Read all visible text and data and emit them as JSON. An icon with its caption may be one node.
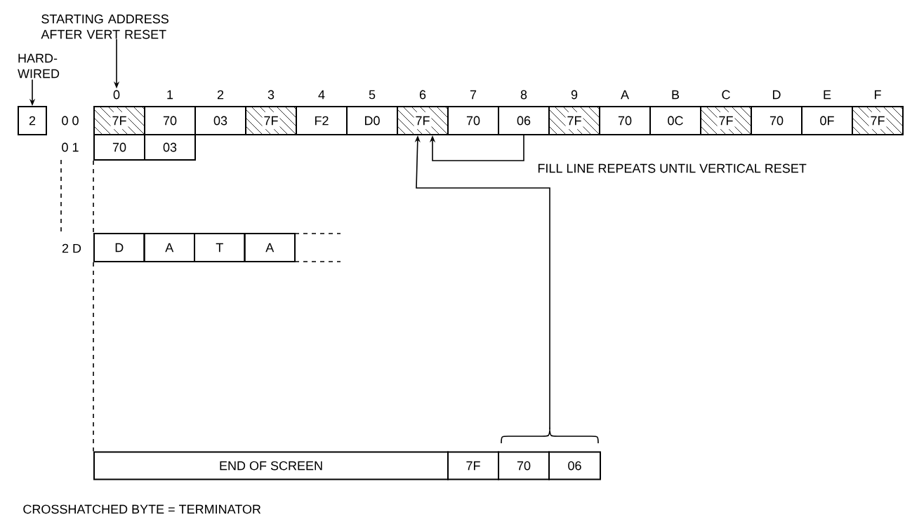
{
  "diagram": {
    "nodes": [
      {
        "text": [
          "STARTING ADDRESS AFTER VERT RESET"
        ]
      },
      {
        "text": [
          "HARD-WIRED"
        ]
      },
      {
        "text": [
          "0"
        ]
      },
      {
        "text": [
          "2"
        ]
      },
      {
        "text": [
          "7F"
        ]
      },
      {
        "text": [
          "70"
        ]
      },
      {
        "text": [
          "03"
        ]
      },
      {
        "text": [
          "7F"
        ]
      },
      {
        "text": [
          "F2"
        ]
      },
      {
        "text": [
          "D0"
        ]
      },
      {
        "text": [
          "7F"
        ]
      },
      {
        "text": [
          "70"
        ]
      },
      {
        "text": [
          "06"
        ]
      },
      {
        "text": [
          "7F"
        ]
      },
      {
        "text": [
          "70"
        ]
      },
      {
        "text": [
          "0C"
        ]
      },
      {
        "text": [
          "7F"
        ]
      },
      {
        "text": [
          "70"
        ]
      },
      {
        "text": [
          "0F"
        ]
      },
      {
        "text": [
          "7F"
        ]
      },
      {
        "text": [
          "70"
        ]
      },
      {
        "text": [
          "03"
        ]
      },
      {
        "text": [
          "D"
        ]
      },
      {
        "text": [
          "A"
        ]
      },
      {
        "text": [
          "T"
        ]
      },
      {
        "text": [
          "A"
        ]
      },
      {
        "text": [
          "END OF SCREEN"
        ]
      },
      {
        "text": [
          "7F"
        ]
      },
      {
        "text": [
          "70"
        ]
      },
      {
        "text": [
          "06"
        ]
      }
    ],
    "edges": [
      {
        "from": 1,
        "to": 3,
        "arrow": "to"
      },
      {
        "from": 0,
        "to": 2,
        "arrow": "to"
      },
      {
        "from": 12,
        "to": 10,
        "arrow": "to"
      },
      {
        "from": 28,
        "to": 10,
        "arrow": "to"
      },
      {
        "from": 29,
        "to": 10,
        "arrow": "to"
      },
      {
        "from": 20,
        "to": 22,
        "arrow": "none",
        "style": "dashed"
      },
      {
        "from": 22,
        "to": 26,
        "arrow": "none",
        "style": "dashed"
      }
    ],
    "labels": [
      "1",
      "2",
      "3",
      "4",
      "5",
      "6",
      "7",
      "8",
      "9",
      "A",
      "B",
      "C",
      "D",
      "E",
      "F",
      "0 0",
      "0 1",
      "FILL LINE REPEATS UNTIL VERTICAL RESET",
      "2 D",
      "CROSSHATCHED BYTE = TERMINATOR"
    ]
  }
}
